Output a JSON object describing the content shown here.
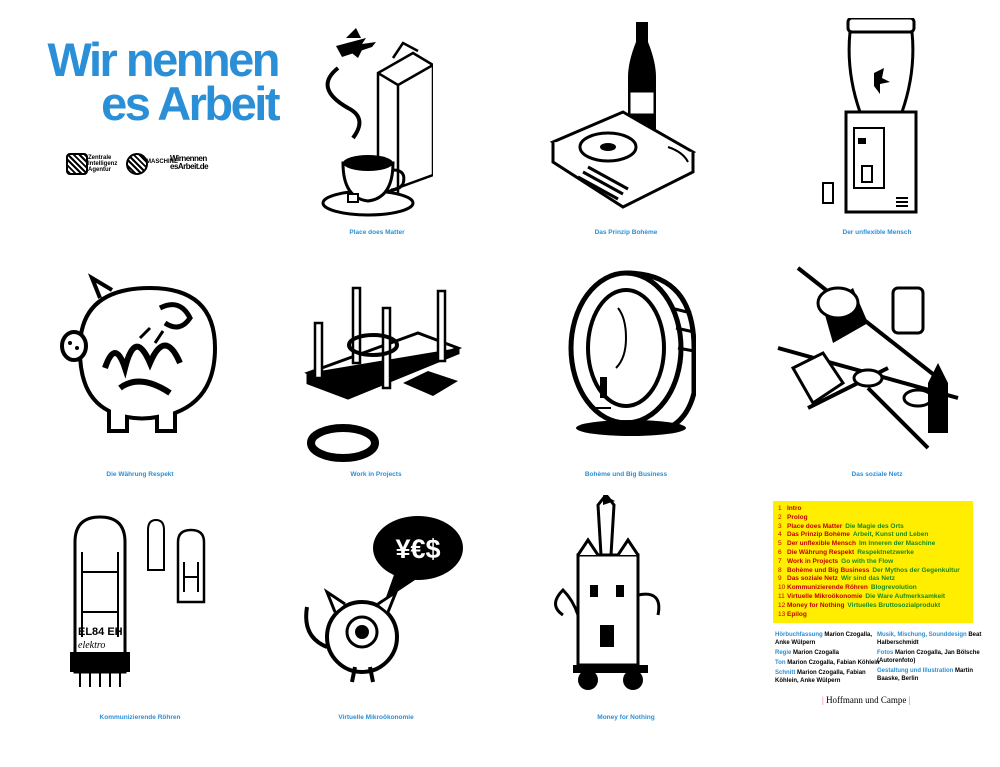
{
  "title": {
    "line1": "Wir nennen",
    "line2": "es Arbeit"
  },
  "logos": [
    {
      "icon": "zia-logo-icon",
      "text": "Zentrale Intelligenz Agentur"
    },
    {
      "icon": "hoerspiel-machine-logo-icon",
      "text": "MASCHINE"
    },
    {
      "icon": "website-logo",
      "text": "Wirnennen esArbeit.de"
    }
  ],
  "captions": {
    "c1": "Place does Matter",
    "c2": "Das Prinzip Bohème",
    "c3": "Der unflexible Mensch",
    "c4": "Die Währung Respekt",
    "c5": "Work in Projects",
    "c6": "Bohème und Big Business",
    "c7": "Das soziale Netz",
    "c8": "Kommunizierende Röhren",
    "c9": "Virtuelle Mikroökonomie",
    "c10": "Money for Nothing"
  },
  "illustration_text": {
    "currency": "¥€$",
    "tube_label": "EL84 EH",
    "tube_brand": "elektro"
  },
  "chapters": [
    {
      "num": "1",
      "title": "Intro",
      "sub": ""
    },
    {
      "num": "2",
      "title": "Prolog",
      "sub": ""
    },
    {
      "num": "3",
      "title": "Place does Matter",
      "sub": "Die Magie des Orts"
    },
    {
      "num": "4",
      "title": "Das Prinzip Bohème",
      "sub": "Arbeit, Kunst und Leben"
    },
    {
      "num": "5",
      "title": "Der unflexible Mensch",
      "sub": "Im Inneren der Maschine"
    },
    {
      "num": "6",
      "title": "Die Währung Respekt",
      "sub": "Respektnetzwerke"
    },
    {
      "num": "7",
      "title": "Work in Projects",
      "sub": "Go with the Flow"
    },
    {
      "num": "8",
      "title": "Bohème und Big Business",
      "sub": "Der Mythos der Gegenkultur"
    },
    {
      "num": "9",
      "title": "Das soziale Netz",
      "sub": "Wir sind das Netz"
    },
    {
      "num": "10",
      "title": "Kommunizierende Röhren",
      "sub": "Blogrevolution"
    },
    {
      "num": "11",
      "title": "Virtuelle Mikroökonomie",
      "sub": "Die Ware Aufmerksamkeit"
    },
    {
      "num": "12",
      "title": "Money for Nothing",
      "sub": "Virtuelles Bruttosozialprodukt"
    },
    {
      "num": "13",
      "title": "Epilog",
      "sub": ""
    }
  ],
  "credits": {
    "left": [
      {
        "label": "Hörbuchfassung",
        "value": "Marion Czogalla, Anke Wülpern"
      },
      {
        "label": "Regie",
        "value": "Marion Czogalla"
      },
      {
        "label": "Ton",
        "value": "Marion Czogalla, Fabian Köhlein"
      },
      {
        "label": "Schnitt",
        "value": "Marion Czogalla, Fabian Köhlein, Anke Wülpern"
      }
    ],
    "right": [
      {
        "label": "Musik, Mischung, Sounddesign",
        "value": "Beat Halberschmidt"
      },
      {
        "label": "Fotos",
        "value": "Marion Czogalla, Jan Bölsche (Autorenfoto)"
      },
      {
        "label": "Gestaltung und Illustration",
        "value": "Martin Baaske, Berlin"
      }
    ]
  },
  "publisher": "Hoffmann und Campe",
  "colors": {
    "accent_blue": "#2a8fd6",
    "chapter_bg": "#ffee00",
    "chapter_red": "#c00000",
    "chapter_green": "#1a8a1a"
  }
}
